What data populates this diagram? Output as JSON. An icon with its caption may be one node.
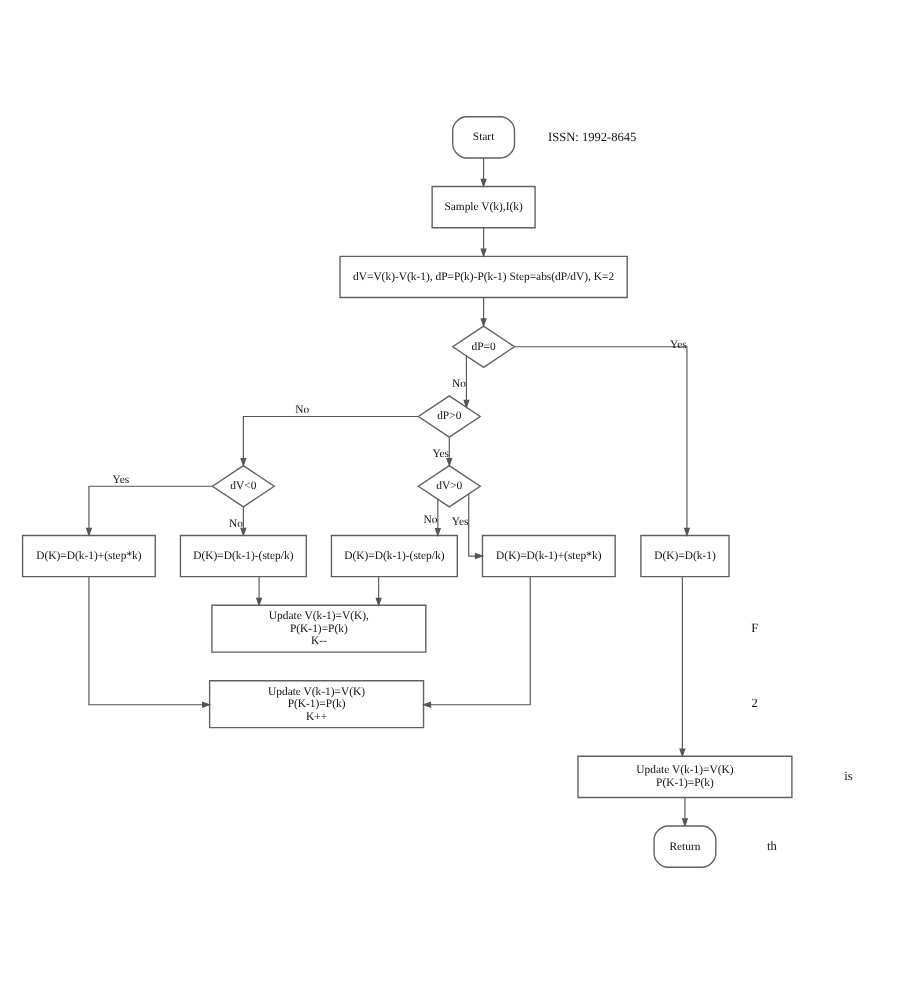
{
  "diagram": {
    "nodes": [
      {
        "text": [
          "Start"
        ]
      },
      {
        "text": [
          "Sample V(k),I(k)"
        ]
      },
      {
        "text": [
          "dV=V(k)-V(k-1), dP=P(k)-P(k-1) Step=abs(dP/dV), K=2"
        ]
      },
      {
        "text": [
          "dP=0"
        ]
      },
      {
        "text": [
          "dP>0"
        ]
      },
      {
        "text": [
          "dV<0"
        ]
      },
      {
        "text": [
          "dV>0"
        ]
      },
      {
        "text": [
          "D(K)=D(k-1)+(step*k)"
        ]
      },
      {
        "text": [
          "D(K)=D(k-1)-(step/k)"
        ]
      },
      {
        "text": [
          "D(K)=D(k-1)-(step/k)"
        ]
      },
      {
        "text": [
          "D(K)=D(k-1)+(step*k)"
        ]
      },
      {
        "text": [
          "D(K)=D(k-1)"
        ]
      },
      {
        "text": [
          "Update V(k-1)=V(K),",
          "P(K-1)=P(k)",
          "K--"
        ]
      },
      {
        "text": [
          "Update V(k-1)=V(K)",
          "P(K-1)=P(k)",
          "K++"
        ]
      },
      {
        "text": [
          "Update V(k-1)=V(K)",
          "P(K-1)=P(k)"
        ]
      },
      {
        "text": [
          "Return"
        ]
      }
    ],
    "edges": [
      {
        "from": 0,
        "to": 1,
        "arrow": "to"
      },
      {
        "from": 1,
        "to": 2,
        "arrow": "to"
      },
      {
        "from": 2,
        "to": 3,
        "arrow": "to"
      },
      {
        "from": 3,
        "to": 4,
        "arrow": "to",
        "label": "No"
      },
      {
        "from": 3,
        "to": 11,
        "arrow": "to",
        "label": "Yes"
      },
      {
        "from": 4,
        "to": 5,
        "arrow": "to",
        "label": "No"
      },
      {
        "from": 4,
        "to": 6,
        "arrow": "to",
        "label": "Yes"
      },
      {
        "from": 5,
        "to": 7,
        "arrow": "to",
        "label": "Yes"
      },
      {
        "from": 5,
        "to": 8,
        "arrow": "to",
        "label": "No"
      },
      {
        "from": 6,
        "to": 9,
        "arrow": "to",
        "label": "No"
      },
      {
        "from": 6,
        "to": 10,
        "arrow": "to",
        "label": "Yes"
      },
      {
        "from": 8,
        "to": 12,
        "arrow": "to"
      },
      {
        "from": 9,
        "to": 12,
        "arrow": "to"
      },
      {
        "from": 7,
        "to": 13,
        "arrow": "to"
      },
      {
        "from": 10,
        "to": 13,
        "arrow": "to"
      },
      {
        "from": 11,
        "to": 14,
        "arrow": "to"
      },
      {
        "from": 14,
        "to": 15,
        "arrow": "to"
      }
    ],
    "labels": [
      "ISSN: 1992-8645",
      "F",
      "2",
      "is",
      "th"
    ]
  }
}
